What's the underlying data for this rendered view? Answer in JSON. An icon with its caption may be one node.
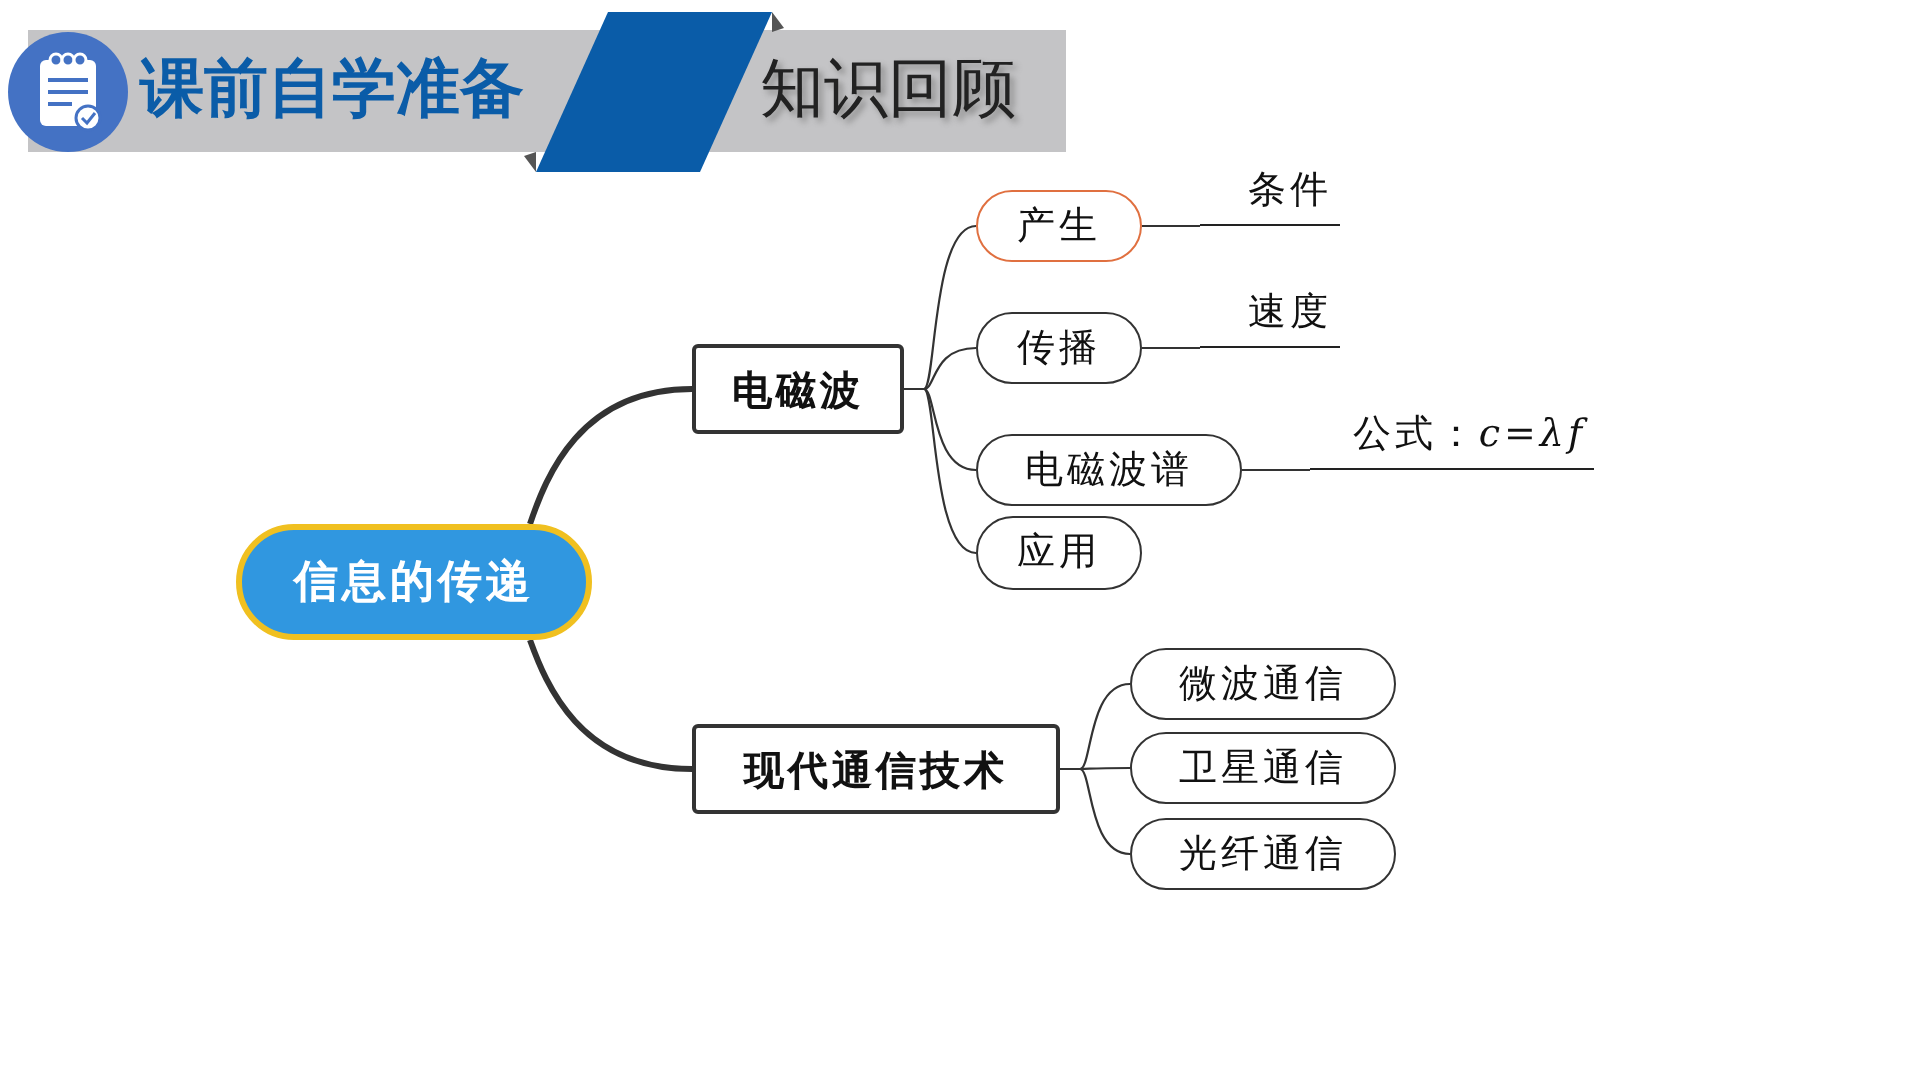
{
  "diagram": {
    "title": "课前自学准备",
    "nodes": [
      {
        "text": [
          "信息的传递"
        ]
      },
      {
        "text": [
          "电磁波"
        ]
      },
      {
        "text": [
          "现代通信技术"
        ]
      },
      {
        "text": [
          "产生"
        ]
      },
      {
        "text": [
          "传播"
        ]
      },
      {
        "text": [
          "电磁波谱"
        ]
      },
      {
        "text": [
          "应用"
        ]
      },
      {
        "text": [
          "条件"
        ]
      },
      {
        "text": [
          "速度"
        ]
      },
      {
        "text": [
          "公式：*c*=*λf*"
        ]
      },
      {
        "text": [
          "微波通信"
        ]
      },
      {
        "text": [
          "卫星通信"
        ]
      },
      {
        "text": [
          "光纤通信"
        ]
      }
    ],
    "edges": [
      {
        "from": 0,
        "to": 1,
        "arrow": "none",
        "style": "thick"
      },
      {
        "from": 0,
        "to": 2,
        "arrow": "none",
        "style": "thick"
      },
      {
        "from": 1,
        "to": 3,
        "arrow": "none"
      },
      {
        "from": 1,
        "to": 4,
        "arrow": "none"
      },
      {
        "from": 1,
        "to": 5,
        "arrow": "none"
      },
      {
        "from": 1,
        "to": 6,
        "arrow": "none"
      },
      {
        "from": 3,
        "to": 7,
        "arrow": "none"
      },
      {
        "from": 4,
        "to": 8,
        "arrow": "none"
      },
      {
        "from": 5,
        "to": 9,
        "arrow": "none"
      },
      {
        "from": 2,
        "to": 10,
        "arrow": "none"
      },
      {
        "from": 2,
        "to": 11,
        "arrow": "none"
      },
      {
        "from": 2,
        "to": 12,
        "arrow": "none"
      }
    ],
    "labels": [
      "知识回顾"
    ]
  }
}
